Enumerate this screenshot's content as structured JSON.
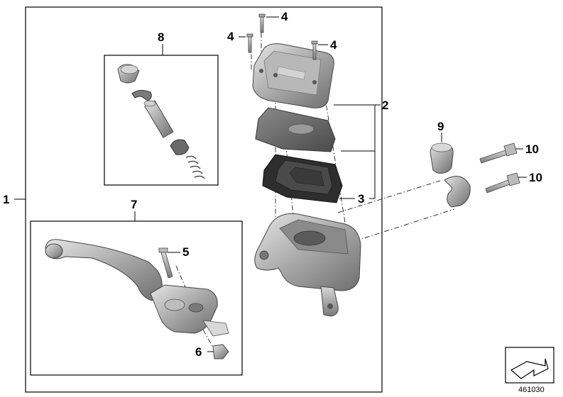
{
  "callouts": {
    "c1": "1",
    "c2": "2",
    "c3": "3",
    "c4a": "4",
    "c4b": "4",
    "c4c": "4",
    "c5": "5",
    "c6": "6",
    "c7": "7",
    "c8": "8",
    "c9": "9",
    "c10a": "10",
    "c10b": "10"
  },
  "diagram_number": "461030",
  "colors": {
    "part_light": "#c8c8c8",
    "part_mid": "#9a9a9a",
    "part_dark": "#6c6c6c",
    "gasket": "#3a3a3a",
    "line": "#000000"
  },
  "icons": [
    "orientation-arrow-icon"
  ]
}
